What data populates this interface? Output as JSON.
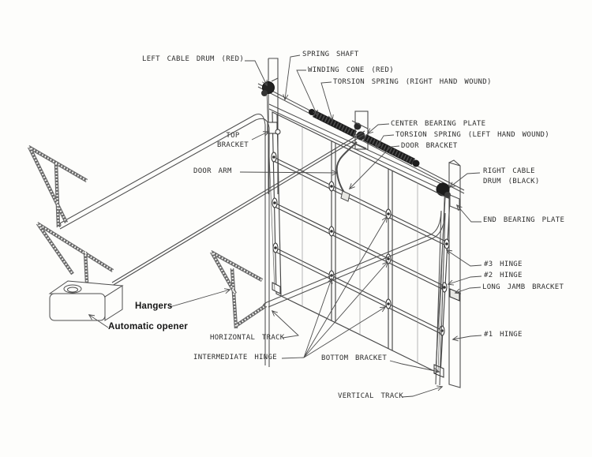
{
  "diagram": {
    "subject": "Garage door torsion spring assembly",
    "colors": {
      "background": "#fdfdfb",
      "line": "#4d4d4d",
      "dark_parts": "#1c1c1c",
      "text": "#2e2e2e"
    }
  },
  "labels": {
    "left_cable_drum": "LEFT CABLE DRUM (RED)",
    "spring_shaft": "SPRING SHAFT",
    "winding_cone": "WINDING CONE (RED)",
    "torsion_spring_right": "TORSION SPRING (RIGHT HAND WOUND)",
    "center_bearing_plate": "CENTER BEARING PLATE",
    "torsion_spring_left": "TORSION SPRING (LEFT HAND WOUND)",
    "door_bracket": "DOOR BRACKET",
    "top_bracket_line1": "TOP",
    "top_bracket_line2": "BRACKET",
    "door_arm": "DOOR ARM",
    "right_cable_drum_line1": "RIGHT CABLE",
    "right_cable_drum_line2": "DRUM (BLACK)",
    "end_bearing_plate": "END BEARING PLATE",
    "hinge_3": "#3 HINGE",
    "hinge_2": "#2 HINGE",
    "long_jamb_bracket": "LONG JAMB BRACKET",
    "hinge_1": "#1 HINGE",
    "hangers": "Hangers",
    "automatic_opener": "Automatic opener",
    "horizontal_track": "HORIZONTAL TRACK",
    "intermediate_hinge": "INTERMEDIATE HINGE",
    "bottom_bracket": "BOTTOM BRACKET",
    "vertical_track": "VERTICAL TRACK"
  }
}
